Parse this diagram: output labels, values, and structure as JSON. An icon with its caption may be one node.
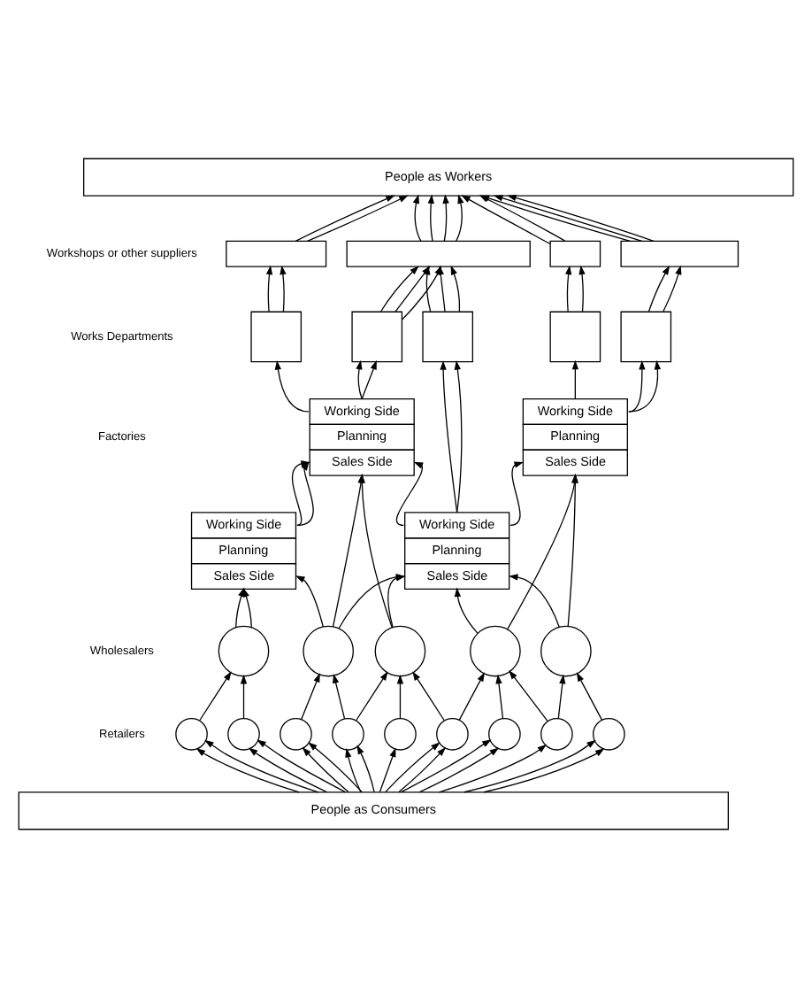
{
  "diagram": {
    "nodes": [
      {
        "text": [
          "People as Workers"
        ]
      },
      {
        "text": [],
        "shape": "box"
      },
      {
        "text": [],
        "shape": "box"
      },
      {
        "text": [],
        "shape": "box"
      },
      {
        "text": [],
        "shape": "box"
      },
      {
        "text": [],
        "shape": "box"
      },
      {
        "text": [],
        "shape": "box"
      },
      {
        "text": [],
        "shape": "box"
      },
      {
        "text": [],
        "shape": "box"
      },
      {
        "text": [],
        "shape": "box"
      },
      {
        "text": [
          "Working Side",
          "Planning",
          "Sales Side"
        ]
      },
      {
        "text": [
          "Working Side",
          "Planning",
          "Sales Side"
        ]
      },
      {
        "text": [
          "Working Side",
          "Planning",
          "Sales Side"
        ]
      },
      {
        "text": [
          "Working Side",
          "Planning",
          "Sales Side"
        ]
      },
      {
        "text": [],
        "shape": "circle"
      },
      {
        "text": [],
        "shape": "circle"
      },
      {
        "text": [],
        "shape": "circle"
      },
      {
        "text": [],
        "shape": "circle"
      },
      {
        "text": [],
        "shape": "circle"
      },
      {
        "text": [],
        "shape": "circle"
      },
      {
        "text": [],
        "shape": "circle"
      },
      {
        "text": [],
        "shape": "circle"
      },
      {
        "text": [],
        "shape": "circle"
      },
      {
        "text": [],
        "shape": "circle"
      },
      {
        "text": [],
        "shape": "circle"
      },
      {
        "text": [],
        "shape": "circle"
      },
      {
        "text": [],
        "shape": "circle"
      },
      {
        "text": [],
        "shape": "circle"
      },
      {
        "text": [
          "People as Consumers"
        ]
      }
    ],
    "edges": [
      {
        "from": 1,
        "to": 0,
        "arrow": "to"
      },
      {
        "from": 1,
        "to": 0,
        "arrow": "to"
      },
      {
        "from": 2,
        "to": 0,
        "arrow": "to"
      },
      {
        "from": 2,
        "to": 0,
        "arrow": "to"
      },
      {
        "from": 2,
        "to": 0,
        "arrow": "to"
      },
      {
        "from": 2,
        "to": 0,
        "arrow": "to"
      },
      {
        "from": 3,
        "to": 0,
        "arrow": "to"
      },
      {
        "from": 3,
        "to": 0,
        "arrow": "to"
      },
      {
        "from": 4,
        "to": 0,
        "arrow": "to"
      },
      {
        "from": 4,
        "to": 0,
        "arrow": "to"
      },
      {
        "from": 4,
        "to": 0,
        "arrow": "to"
      },
      {
        "from": 5,
        "to": 1,
        "arrow": "to"
      },
      {
        "from": 5,
        "to": 1,
        "arrow": "to"
      },
      {
        "from": 6,
        "to": 2,
        "arrow": "to"
      },
      {
        "from": 6,
        "to": 2,
        "arrow": "to"
      },
      {
        "from": 6,
        "to": 2,
        "arrow": "to"
      },
      {
        "from": 7,
        "to": 2,
        "arrow": "to"
      },
      {
        "from": 7,
        "to": 2,
        "arrow": "to"
      },
      {
        "from": 7,
        "to": 2,
        "arrow": "to"
      },
      {
        "from": 8,
        "to": 3,
        "arrow": "to"
      },
      {
        "from": 8,
        "to": 3,
        "arrow": "to"
      },
      {
        "from": 9,
        "to": 4,
        "arrow": "to"
      },
      {
        "from": 9,
        "to": 4,
        "arrow": "to"
      },
      {
        "from": 10,
        "to": 5,
        "arrow": "to"
      },
      {
        "from": 10,
        "to": 6,
        "arrow": "to"
      },
      {
        "from": 10,
        "to": 6,
        "arrow": "to"
      },
      {
        "from": 13,
        "to": 7,
        "arrow": "to"
      },
      {
        "from": 13,
        "to": 7,
        "arrow": "to"
      },
      {
        "from": 11,
        "to": 8,
        "arrow": "to"
      },
      {
        "from": 11,
        "to": 9,
        "arrow": "to"
      },
      {
        "from": 11,
        "to": 9,
        "arrow": "to"
      },
      {
        "from": 12,
        "to": 10,
        "arrow": "to"
      },
      {
        "from": 12,
        "to": 10,
        "arrow": "to"
      },
      {
        "from": 13,
        "to": 10,
        "arrow": "to"
      },
      {
        "from": 13,
        "to": 11,
        "arrow": "to"
      },
      {
        "from": 15,
        "to": 10,
        "arrow": "to"
      },
      {
        "from": 16,
        "to": 10,
        "arrow": "to"
      },
      {
        "from": 17,
        "to": 11,
        "arrow": "to"
      },
      {
        "from": 18,
        "to": 11,
        "arrow": "to"
      },
      {
        "from": 14,
        "to": 12,
        "arrow": "to"
      },
      {
        "from": 14,
        "to": 12,
        "arrow": "to"
      },
      {
        "from": 15,
        "to": 12,
        "arrow": "to"
      },
      {
        "from": 15,
        "to": 13,
        "arrow": "to"
      },
      {
        "from": 16,
        "to": 13,
        "arrow": "to"
      },
      {
        "from": 17,
        "to": 13,
        "arrow": "to"
      },
      {
        "from": 18,
        "to": 13,
        "arrow": "to"
      },
      {
        "from": 19,
        "to": 14,
        "arrow": "to"
      },
      {
        "from": 20,
        "to": 14,
        "arrow": "to"
      },
      {
        "from": 21,
        "to": 15,
        "arrow": "to"
      },
      {
        "from": 22,
        "to": 15,
        "arrow": "to"
      },
      {
        "from": 22,
        "to": 16,
        "arrow": "to"
      },
      {
        "from": 23,
        "to": 16,
        "arrow": "to"
      },
      {
        "from": 24,
        "to": 16,
        "arrow": "to"
      },
      {
        "from": 24,
        "to": 17,
        "arrow": "to"
      },
      {
        "from": 25,
        "to": 17,
        "arrow": "to"
      },
      {
        "from": 26,
        "to": 17,
        "arrow": "to"
      },
      {
        "from": 26,
        "to": 18,
        "arrow": "to"
      },
      {
        "from": 27,
        "to": 18,
        "arrow": "to"
      },
      {
        "from": 28,
        "to": 19,
        "arrow": "to"
      },
      {
        "from": 28,
        "to": 19,
        "arrow": "to"
      },
      {
        "from": 28,
        "to": 20,
        "arrow": "to"
      },
      {
        "from": 28,
        "to": 20,
        "arrow": "to"
      },
      {
        "from": 28,
        "to": 21,
        "arrow": "to"
      },
      {
        "from": 28,
        "to": 21,
        "arrow": "to"
      },
      {
        "from": 28,
        "to": 22,
        "arrow": "to"
      },
      {
        "from": 28,
        "to": 22,
        "arrow": "to"
      },
      {
        "from": 28,
        "to": 23,
        "arrow": "to"
      },
      {
        "from": 28,
        "to": 24,
        "arrow": "to"
      },
      {
        "from": 28,
        "to": 24,
        "arrow": "to"
      },
      {
        "from": 28,
        "to": 25,
        "arrow": "to"
      },
      {
        "from": 28,
        "to": 25,
        "arrow": "to"
      },
      {
        "from": 28,
        "to": 26,
        "arrow": "to"
      },
      {
        "from": 28,
        "to": 27,
        "arrow": "to"
      },
      {
        "from": 28,
        "to": 27,
        "arrow": "to"
      }
    ],
    "labels": [
      "Workshops or other suppliers",
      "Works Departments",
      "Factories",
      "Wholesalers",
      "Retailers"
    ]
  }
}
